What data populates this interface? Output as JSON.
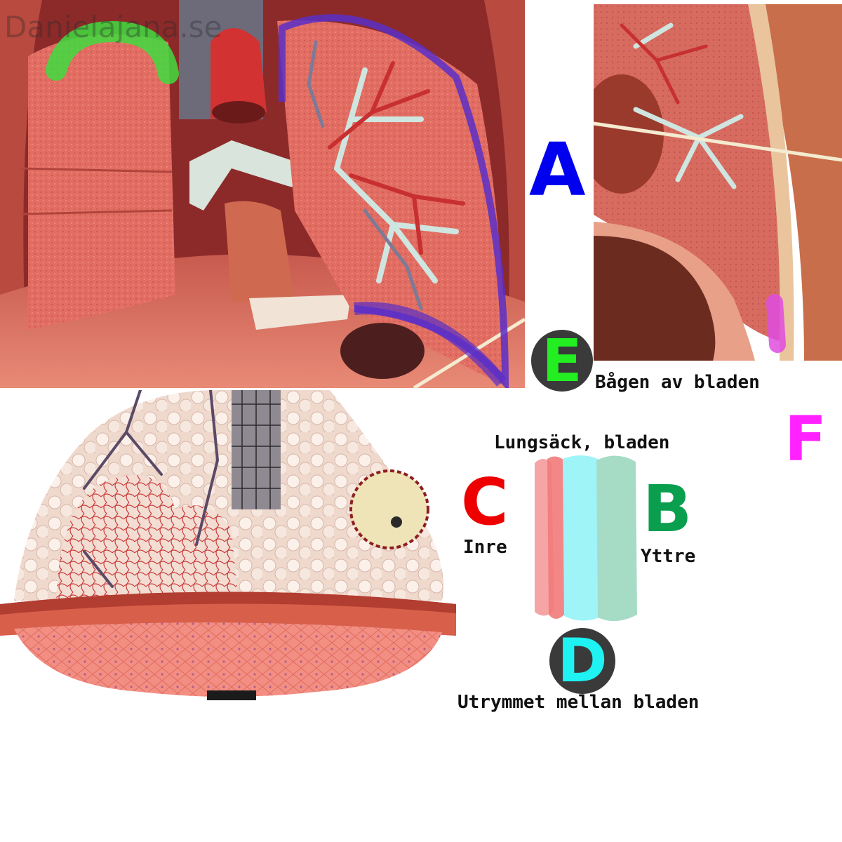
{
  "watermark": "Danielajana.se",
  "labels": {
    "a": {
      "letter": "A",
      "color": "#0000ee"
    },
    "b": {
      "letter": "B",
      "caption": "Yttre",
      "color": "#0a9e4f"
    },
    "c": {
      "letter": "C",
      "caption": "Inre",
      "color": "#ee0000"
    },
    "d": {
      "letter": "D",
      "caption": "Utrymmet mellan bladen",
      "color": "#1ef2f2"
    },
    "e": {
      "letter": "E",
      "caption": "Bågen av bladen",
      "color": "#22ee22"
    },
    "f": {
      "letter": "F",
      "color": "#ff22ff"
    }
  },
  "pleura_title": "Lungsäck, bladen",
  "layer_colors": {
    "inner": "#f5a5a5",
    "inner_dark": "#f27a7a",
    "space": "#9ff4f7",
    "outer": "#a6dcc6"
  },
  "highlight_colors": {
    "apex": "#3fdc3f",
    "pleura_outline": "#5a2fc8",
    "recess": "#e04de0"
  }
}
